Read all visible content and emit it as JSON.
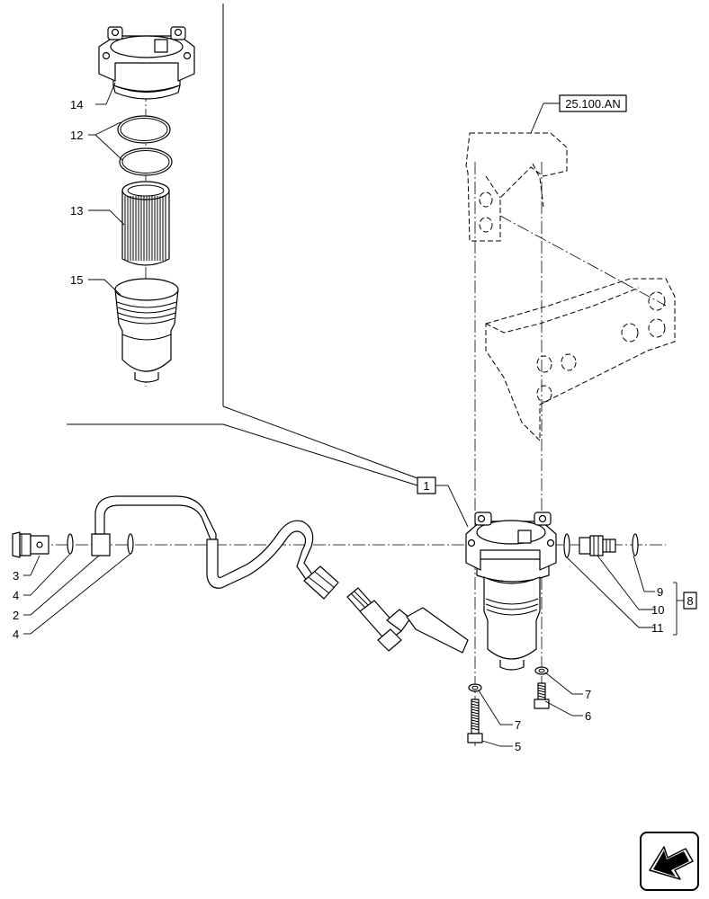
{
  "callouts": {
    "c1": "1",
    "c2": "2",
    "c3": "3",
    "c4a": "4",
    "c4b": "4",
    "c5": "5",
    "c6": "6",
    "c7a": "7",
    "c7b": "7",
    "c8": "8",
    "c9": "9",
    "c10": "10",
    "c11": "11",
    "c12": "12",
    "c13": "13",
    "c14": "14",
    "c15": "15"
  },
  "reference_label": "25.100.AN",
  "icon": "next-page-arrow-icon"
}
